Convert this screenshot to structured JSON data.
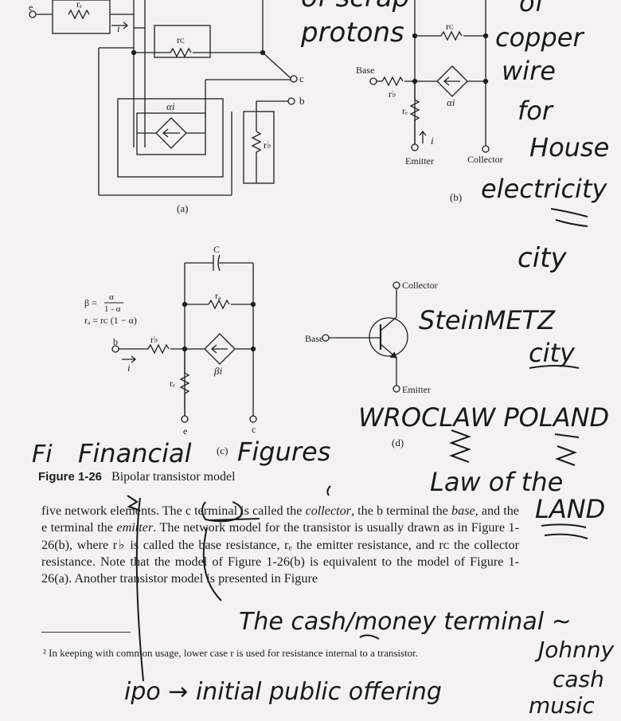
{
  "figure": {
    "caption_label": "Figure 1-26",
    "caption_text": "Bipolar transistor model",
    "panel_a": {
      "label": "(a)",
      "terminal_e": "e",
      "terminal_c": "c",
      "terminal_b": "b",
      "resistor_e": "rₑ",
      "resistor_c": "rᴄ",
      "resistor_b": "r♭",
      "source_label": "αi",
      "current_label": "i"
    },
    "panel_b": {
      "label": "(b)",
      "base_label": "Base",
      "emitter_label": "Emitter",
      "collector_label": "Collector",
      "resistor_c": "rᴄ",
      "resistor_b": "r♭",
      "resistor_e": "rₑ",
      "source_label": "αi",
      "current_label": "i"
    },
    "panel_c": {
      "label": "(c)",
      "beta_eq_lhs": "β =",
      "beta_num": "α",
      "beta_den": "1 - α",
      "rd_eq": "rₐ = rᴄ (1 − α)",
      "capacitor": "C",
      "resistor_d": "rₐ",
      "resistor_b": "r♭",
      "resistor_e": "rₑ",
      "source_label": "βi",
      "current_label": "i",
      "terminal_b": "b",
      "terminal_e": "e",
      "terminal_c": "c"
    },
    "panel_d": {
      "label": "(d)",
      "collector": "Collector",
      "base": "Base",
      "emitter": "Emitter"
    }
  },
  "body_text": {
    "s1": "five network elements.  The c terminal is called the ",
    "w_collector": "collector",
    "s2": ", the b terminal the ",
    "w_base": "base",
    "s3": ", and the e terminal the ",
    "w_emitter": "emitter",
    "s4": ".  The network model for the transistor is usually drawn as in Figure 1-26(b), where r♭ is called the base resistance, rₑ the emitter resistance, and rᴄ the collector resistance.  Note that the model of Figure 1-26(b) is equivalent to the model of Figure 1-26(a).  Another transistor model is presented in Figure"
  },
  "footnote": "² In keeping with common usage, lower case r is used for resistance internal to a transistor.",
  "handwriting": {
    "top_center_1": "of scrap",
    "top_center_2": "protons",
    "right_1": "of",
    "right_2": "copper",
    "right_3": "wire",
    "right_4": "for",
    "right_5": "House",
    "right_6": "electricity",
    "right_7": "city",
    "steinmetz": "SteinMETZ",
    "city2": "city",
    "wroclaw": "WROCLAW  POLAND",
    "law_of_the": "Law of the",
    "land": "LAND",
    "fi": "Fi",
    "financial": "Financial",
    "figures": "Figures",
    "cash_terminal": "The cash/money terminal ~",
    "johnny": "Johnny",
    "cash": "cash",
    "music": "music",
    "ipo": "ipo → initial public offering"
  }
}
